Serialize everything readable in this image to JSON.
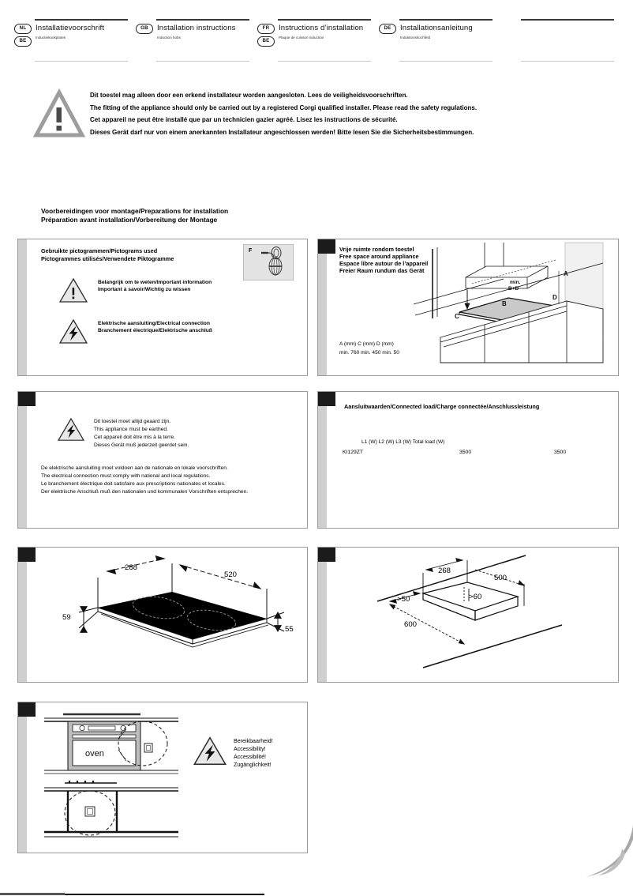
{
  "header": {
    "columns": [
      {
        "codes": [
          "NL",
          "BE"
        ],
        "title": "Installatievoorschrift",
        "subtitle": "Inductiekookplaten"
      },
      {
        "codes": [
          "GB"
        ],
        "title": "Installation instructions",
        "subtitle": "Induction hobs"
      },
      {
        "codes": [
          "FR",
          "BE"
        ],
        "title": "Instructions d’installation",
        "subtitle": "Plaque de cuisson induction"
      },
      {
        "codes": [
          "DE"
        ],
        "title": "Installationsanleitung",
        "subtitle": "Induktionskochfeld"
      },
      {
        "codes": [],
        "title": "",
        "subtitle": ""
      }
    ]
  },
  "warning": {
    "icon": "warning-triangle-icon",
    "lines": [
      "Dit toestel mag alleen door een erkend installateur worden aangesloten. Lees de veiligheidsvoorschriften.",
      "The fitting of the appliance should only be carried out by a registered Corgi qualified installer. Please read the safety regulations.",
      "Cet appareil ne peut être installé que par un technicien gazier agréé. Lisez les instructions de sécurité.",
      "Dieses Gerät darf nur von einem anerkannten Installateur angeschlossen werden! Bitte lesen Sie die Sicherheitsbestimmungen."
    ]
  },
  "section_title": {
    "line1": "Voorbereidingen voor montage/Preparations for installation",
    "line2": "Préparation avant installation/Vorbereitung der Montage"
  },
  "panel_pictograms": {
    "title_line1": "Gebruikte pictogrammen/Pictograms used",
    "title_line2": "Pictogrammes utilisés/Verwendete Piktogramme",
    "items": [
      {
        "icon": "warning-triangle-icon",
        "line1": "Belangrijk om te weten/Important information",
        "line2": "Important à savoir/Wichtig zu wissen"
      },
      {
        "icon": "electric-shock-triangle-icon",
        "line1": "Elektrische aansluiting/Electrical  connection",
        "line2": "Branchement électrique/Elektrische anschluß"
      }
    ],
    "cable_label": "F"
  },
  "panel_freespace": {
    "title_lines": [
      "Vrije ruimte rondom toestel",
      "Free space around appliance",
      "Espace libre autour de l’appareil",
      "Freier Raum rundum das Gerät"
    ],
    "diagram_labels": {
      "a": "A",
      "b": "B",
      "c": "C",
      "d": "D",
      "min_label": "min.",
      "min_formula": "B+D"
    },
    "table_header": "A (mm)    C (mm)     D (mm)",
    "table_values": "min. 760   min. 450    min. 50"
  },
  "panel_earth": {
    "icon": "electric-shock-triangle-icon",
    "earth_lines": [
      "Dit toestel moet altijd geaard zijn.",
      "This appliance must be earthed.",
      "Cet appareil doit être mis à la terre.",
      "Dieses Gerät muß jederzeit geerdet sein."
    ],
    "regulation_lines": [
      "De elektrische aansluiting moet voldoen aan de nationale en lokale voorschriften.",
      "The electrical connection must comply with national and local regulations.",
      "Le branchement électrique doit satisfaire aux prescriptions nationales et locales.",
      "Der elektrische Anschluß muß den nationalen und kommunalen Vorschriften entsprechen."
    ]
  },
  "panel_load": {
    "title": "Aansluitwaarden/Connected load/Charge connectée/Anschlussleistung",
    "columns": [
      "L1 (W)",
      "L2 (W)",
      "L3 (W)",
      "Total load (W)"
    ],
    "header_text": "L1 (W)  L2 (W)  L3 (W)  Total load (W)",
    "rows": [
      {
        "model": "KI129ZT",
        "l1": "",
        "l2": "",
        "l3": "3500",
        "total": "3500"
      }
    ]
  },
  "panel_hob_dims": {
    "width": "520",
    "depth": "288",
    "height_left": "59",
    "height_right": "55"
  },
  "panel_cutout": {
    "cutout_depth": "268",
    "cutout_width": "500",
    "rear_clearance": ">50",
    "side_clearance": ">60",
    "worktop_depth": "600"
  },
  "panel_accessibility": {
    "oven_label": "oven",
    "icon": "electric-shock-triangle-icon",
    "lines": [
      "Bereikbaarheid!",
      "Accessibility!",
      "Accessibilité!",
      "Zugänglichkeit!"
    ]
  }
}
